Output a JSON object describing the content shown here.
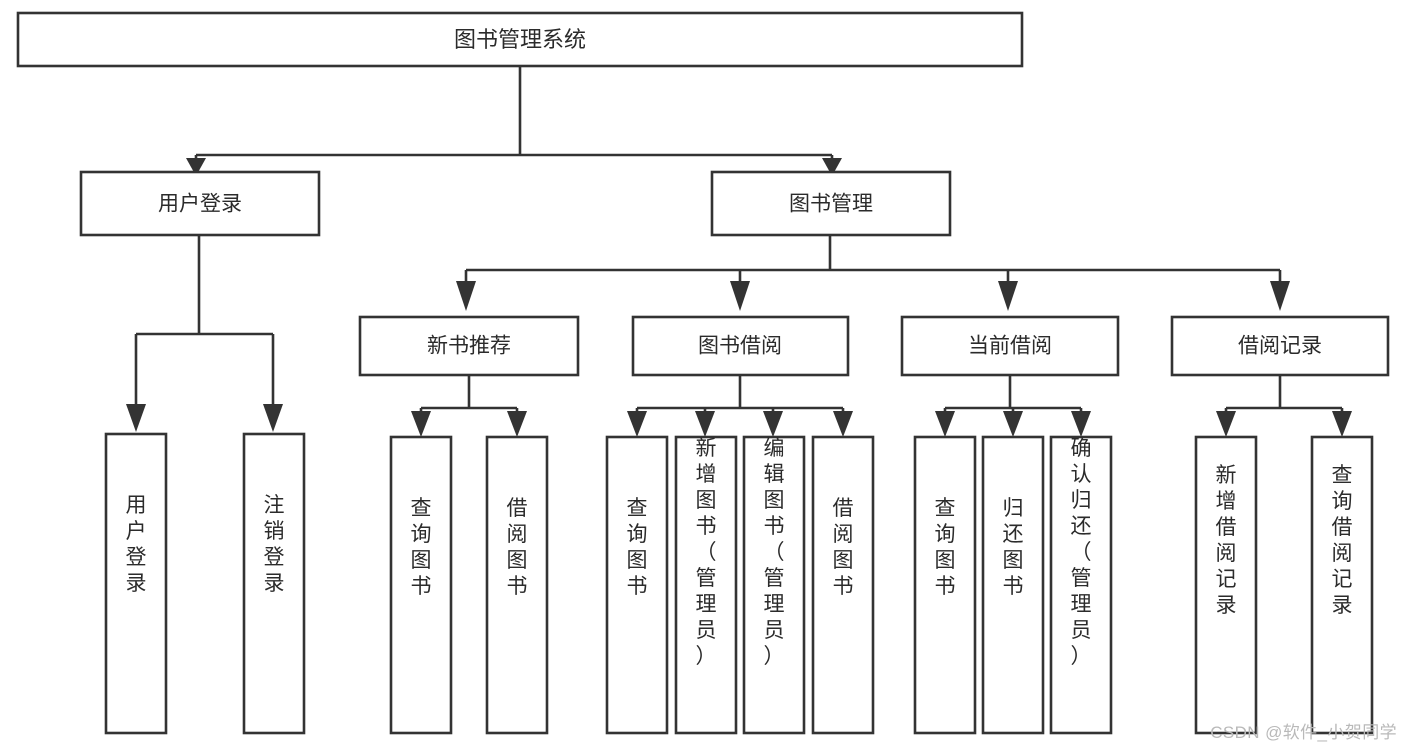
{
  "diagram": {
    "type": "tree-hierarchy-chart",
    "title": "图书管理系统",
    "colors": {
      "background": "#ffffff",
      "box_stroke": "#333333",
      "box_fill": "#ffffff",
      "text": "#2b2b2b",
      "watermark": "#b9b9b9"
    },
    "levels": {
      "level0": [
        {
          "id": "root",
          "label": "图书管理系统",
          "orientation": "horizontal"
        }
      ],
      "level1": [
        {
          "id": "user-login",
          "label": "用户登录",
          "orientation": "horizontal"
        },
        {
          "id": "book-manage",
          "label": "图书管理",
          "orientation": "horizontal"
        }
      ],
      "level2": [
        {
          "id": "new-book-recommend",
          "label": "新书推荐",
          "orientation": "horizontal"
        },
        {
          "id": "book-borrow",
          "label": "图书借阅",
          "orientation": "horizontal"
        },
        {
          "id": "current-borrow",
          "label": "当前借阅",
          "orientation": "horizontal"
        },
        {
          "id": "borrow-record",
          "label": "借阅记录",
          "orientation": "horizontal"
        }
      ],
      "level3": [
        {
          "id": "leaf-user-login",
          "label": "用户登录",
          "orientation": "vertical",
          "parent": "user-login"
        },
        {
          "id": "leaf-logout-login",
          "label": "注销登录",
          "orientation": "vertical",
          "parent": "user-login"
        },
        {
          "id": "leaf-query-book-1",
          "label": "查询图书",
          "orientation": "vertical",
          "parent": "new-book-recommend"
        },
        {
          "id": "leaf-borrow-book-1",
          "label": "借阅图书",
          "orientation": "vertical",
          "parent": "new-book-recommend"
        },
        {
          "id": "leaf-query-book-2",
          "label": "查询图书",
          "orientation": "vertical",
          "parent": "book-borrow"
        },
        {
          "id": "leaf-add-book",
          "label": "新增图书（管理员）",
          "orientation": "vertical",
          "parent": "book-borrow"
        },
        {
          "id": "leaf-edit-book",
          "label": "编辑图书（管理员）",
          "orientation": "vertical",
          "parent": "book-borrow"
        },
        {
          "id": "leaf-borrow-book-2",
          "label": "借阅图书",
          "orientation": "vertical",
          "parent": "book-borrow"
        },
        {
          "id": "leaf-query-book-3",
          "label": "查询图书",
          "orientation": "vertical",
          "parent": "current-borrow"
        },
        {
          "id": "leaf-return-book",
          "label": "归还图书",
          "orientation": "vertical",
          "parent": "current-borrow"
        },
        {
          "id": "leaf-confirm-return",
          "label": "确认归还（管理员）",
          "orientation": "vertical",
          "parent": "current-borrow"
        },
        {
          "id": "leaf-add-record",
          "label": "新增借阅记录",
          "orientation": "vertical",
          "parent": "borrow-record"
        },
        {
          "id": "leaf-query-record",
          "label": "查询借阅记录",
          "orientation": "vertical",
          "parent": "borrow-record"
        }
      ]
    }
  },
  "watermark": {
    "text": "CSDN @软件_小贺同学"
  }
}
